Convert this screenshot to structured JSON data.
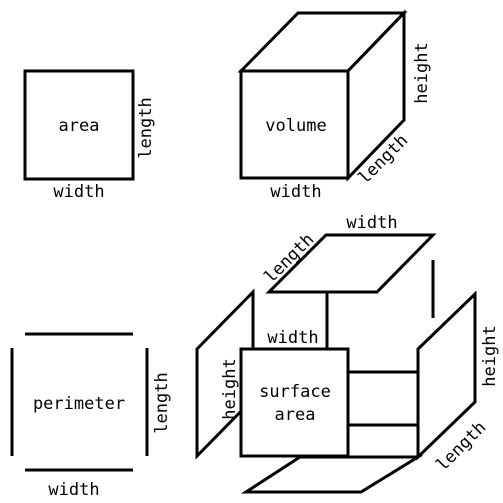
{
  "area": {
    "center": "area",
    "side": "length",
    "bottom": "width"
  },
  "volume": {
    "center": "volume",
    "height": "height",
    "depth": "length",
    "bottom": "width"
  },
  "perimeter": {
    "center": "perimeter",
    "side": "length",
    "bottom": "width"
  },
  "surface_area": {
    "center_line1": "surface",
    "center_line2": "area",
    "top_width": "width",
    "top_length": "length",
    "inner_width": "width",
    "left_height": "height",
    "right_height": "height",
    "bottom_length": "length"
  }
}
